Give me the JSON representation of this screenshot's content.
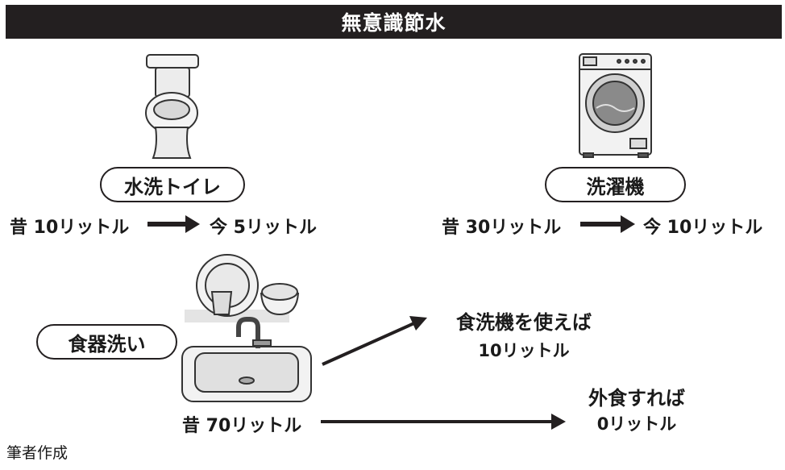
{
  "header": {
    "title": "無意識節水"
  },
  "toilet": {
    "label": "水洗トイレ",
    "before": "昔 10リットル",
    "after": "今 5リットル"
  },
  "washer": {
    "label": "洗濯機",
    "before": "昔 30リットル",
    "after": "今 10リットル"
  },
  "dishes": {
    "label": "食器洗い",
    "before": "昔 70リットル",
    "option1_title": "食洗機を使えば",
    "option1_amount": "10リットル",
    "option2_title": "外食すれば",
    "option2_amount": "0リットル"
  },
  "footer": {
    "credit": "筆者作成"
  },
  "icons": [
    "toilet-icon",
    "washing-machine-icon",
    "dish-rack-icon",
    "sink-icon",
    "arrow-right-icon"
  ],
  "colors": {
    "ink": "#231f20",
    "banner_text": "#ffffff"
  }
}
